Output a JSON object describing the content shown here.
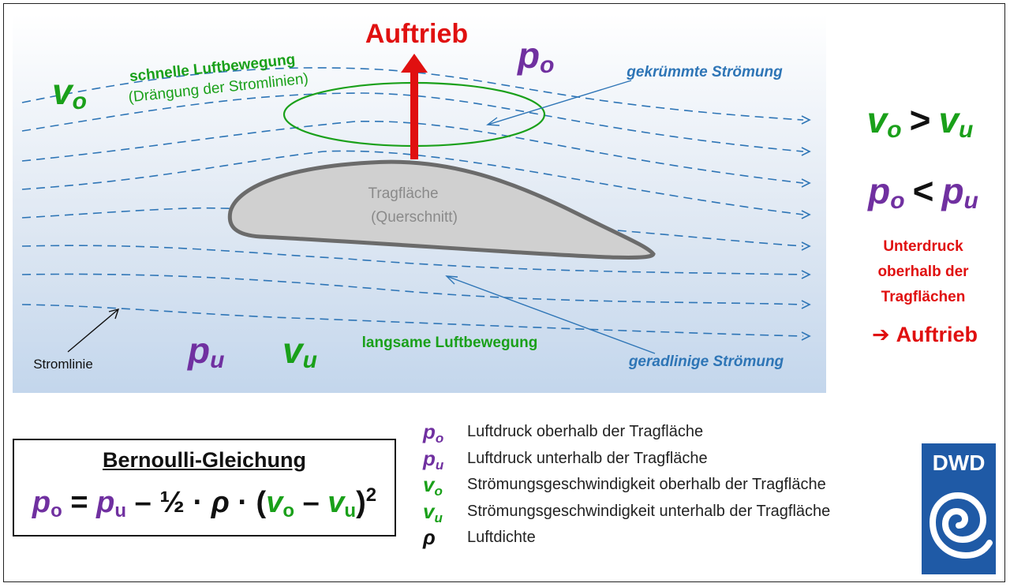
{
  "diagram": {
    "lift_label": "Auftrieb",
    "po_top": {
      "base": "p",
      "sub": "o"
    },
    "vo_left": {
      "base": "v",
      "sub": "o"
    },
    "fast_air_label": "schnelle Luftbewegung",
    "fast_air_note": "(Drängung der Stromlinien)",
    "curved_flow_label": "gekrümmte Strömung",
    "airfoil_label_1": "Tragfläche",
    "airfoil_label_2": "(Querschnitt)",
    "streamline_label": "Stromlinie",
    "pu_bottom": {
      "base": "p",
      "sub": "u"
    },
    "vu_bottom": {
      "base": "v",
      "sub": "u"
    },
    "slow_air_label": "langsame Luftbewegung",
    "straight_flow_label": "geradlinige Strömung"
  },
  "right_panel": {
    "v_compare": {
      "left": "v",
      "left_sub": "o",
      "op": ">",
      "right": "v",
      "right_sub": "u"
    },
    "p_compare": {
      "left": "p",
      "left_sub": "o",
      "op": "<",
      "right": "p",
      "right_sub": "u"
    },
    "underpressure_lines": [
      "Unterdruck",
      "oberhalb der",
      "Tragflächen"
    ],
    "result_arrow": "➔",
    "result_label": "Auftrieb"
  },
  "formula": {
    "title": "Bernoulli-Gleichung",
    "p": "p",
    "o": "o",
    "u": "u",
    "v": "v",
    "rho": "ρ",
    "eq": "=",
    "minus": "–",
    "half": "½",
    "dot": "·",
    "lparen": "(",
    "rparen": ")",
    "exp": "2"
  },
  "legend": [
    {
      "sym": "p",
      "sub": "o",
      "color": "#7030a0",
      "text": "Luftdruck oberhalb der Tragfläche"
    },
    {
      "sym": "p",
      "sub": "u",
      "color": "#7030a0",
      "text": "Luftdruck unterhalb der Tragfläche"
    },
    {
      "sym": "v",
      "sub": "o",
      "color": "#1aa01a",
      "text": "Strömungsgeschwindigkeit oberhalb der Tragfläche"
    },
    {
      "sym": "v",
      "sub": "u",
      "color": "#1aa01a",
      "text": "Strömungsgeschwindigkeit unterhalb der Tragfläche"
    },
    {
      "sym": "ρ",
      "sub": "",
      "color": "#111111",
      "text": "Luftdichte"
    }
  ],
  "logo": {
    "text": "DWD",
    "color": "#1f5aa6"
  },
  "colors": {
    "green": "#1aa01a",
    "purple": "#7030a0",
    "red": "#e01010",
    "flow_blue": "#2e75b6",
    "airfoil_fill": "#d0d0d0",
    "airfoil_edge": "#6b6b6b"
  }
}
